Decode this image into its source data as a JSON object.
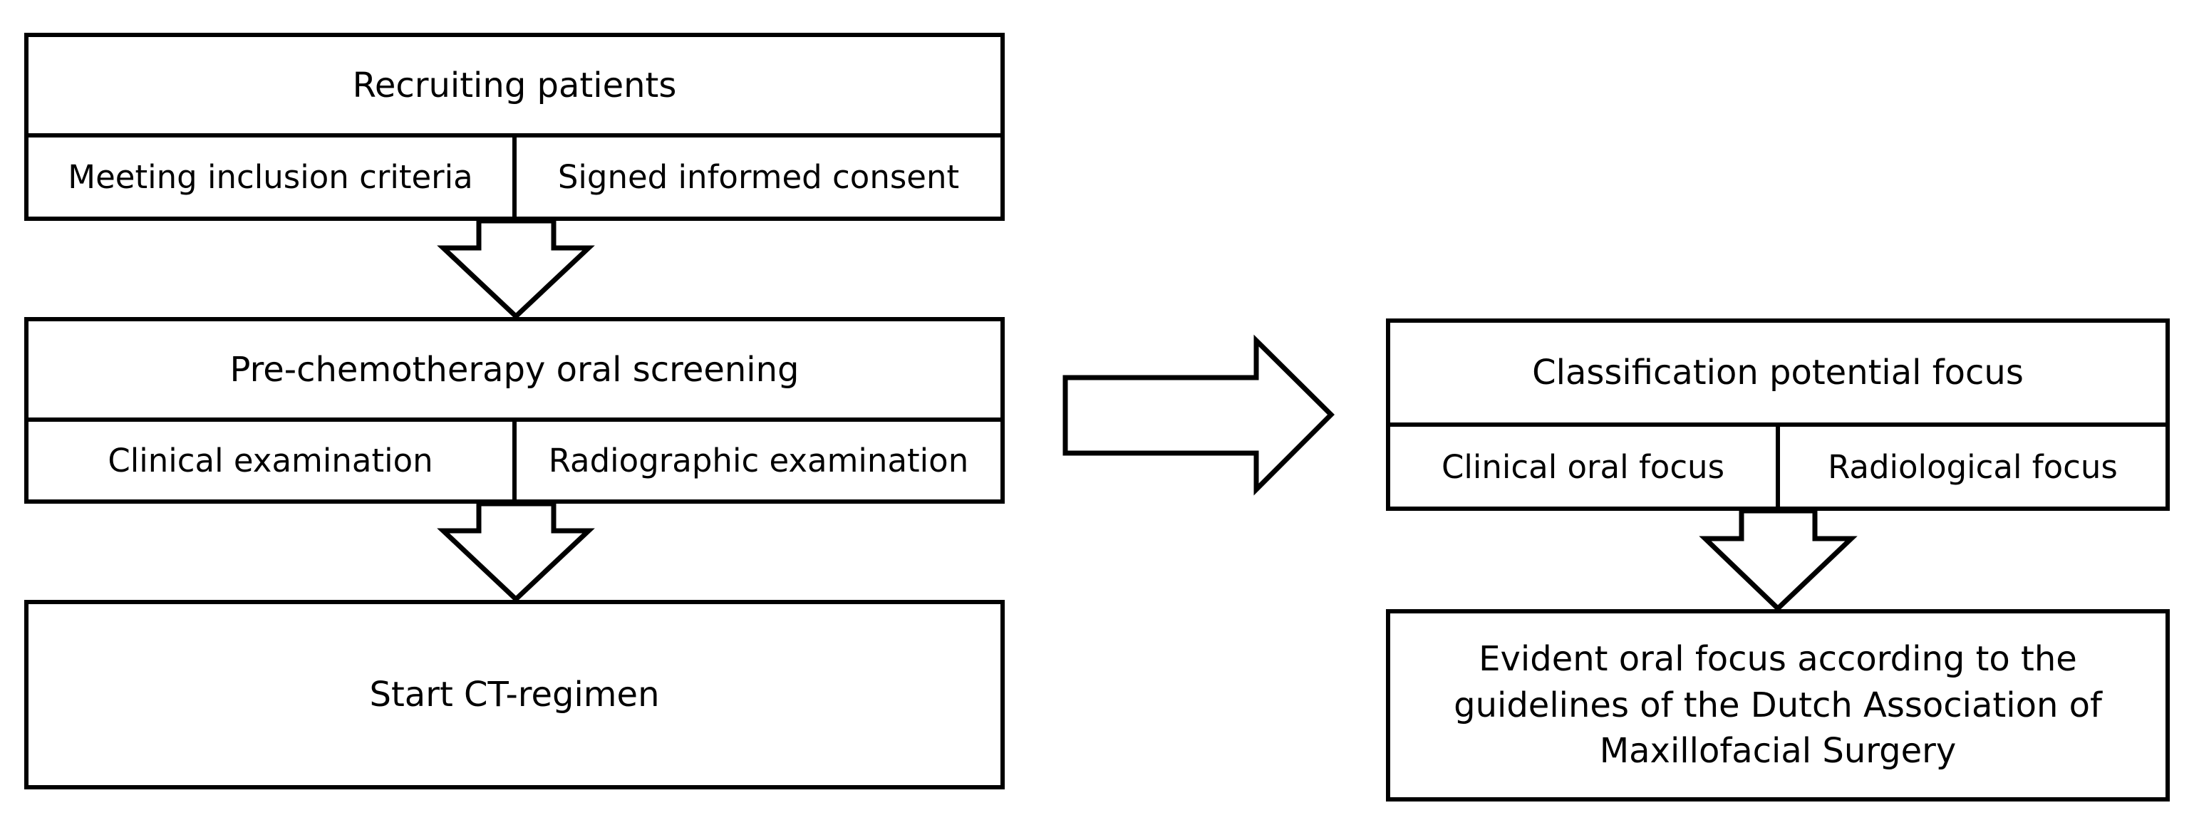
{
  "recruiting": {
    "title": "Recruiting patients",
    "left": "Meeting inclusion criteria",
    "right": "Signed informed consent"
  },
  "screening": {
    "title": "Pre-chemotherapy oral screening",
    "left": "Clinical examination",
    "right": "Radiographic examination"
  },
  "start": {
    "title": "Start CT-regimen"
  },
  "classification": {
    "title": "Classification potential focus",
    "left": "Clinical oral focus",
    "right": "Radiological focus"
  },
  "evident": {
    "title": "Evident oral focus according to the guidelines of the Dutch Association of Maxillofacial Surgery"
  }
}
